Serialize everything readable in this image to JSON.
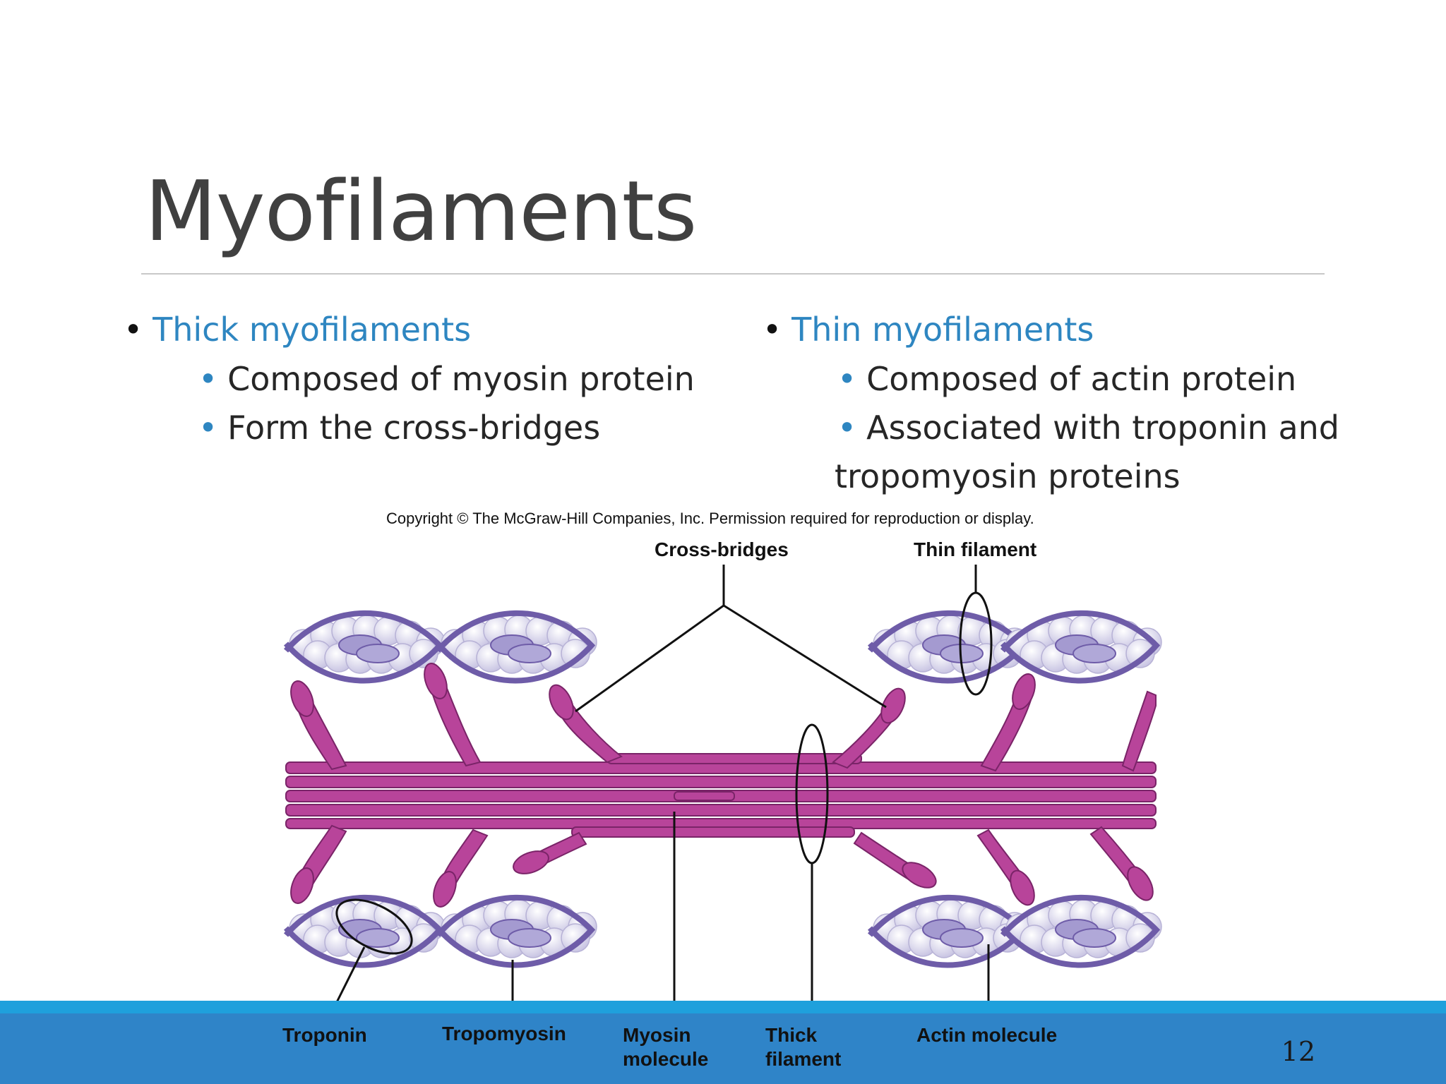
{
  "slide": {
    "title": "Myofilaments",
    "page_number": "12"
  },
  "left_column": {
    "heading": "Thick myofilaments",
    "items": [
      "Composed of myosin protein",
      "Form the cross-bridges"
    ]
  },
  "right_column": {
    "heading": "Thin myofilaments",
    "items": [
      "Composed of actin protein",
      "Associated with troponin and"
    ],
    "continuation": "tropomyosin proteins"
  },
  "figure": {
    "copyright": "Copyright © The McGraw-Hill Companies, Inc. Permission required for reproduction or display.",
    "labels": {
      "cross_bridges": "Cross-bridges",
      "thin_filament": "Thin filament",
      "troponin": "Troponin",
      "tropomyosin": "Tropomyosin",
      "myosin_line1": "Myosin",
      "myosin_line2": "molecule",
      "thick_line1": "Thick",
      "thick_line2": "filament",
      "actin": "Actin molecule"
    }
  },
  "colors": {
    "accent": "#2e86c1",
    "myosin": "#b8449a",
    "tropomyosin": "#6e5ca8",
    "actin": "#e4e2f2",
    "footer": "#2f84c8"
  }
}
